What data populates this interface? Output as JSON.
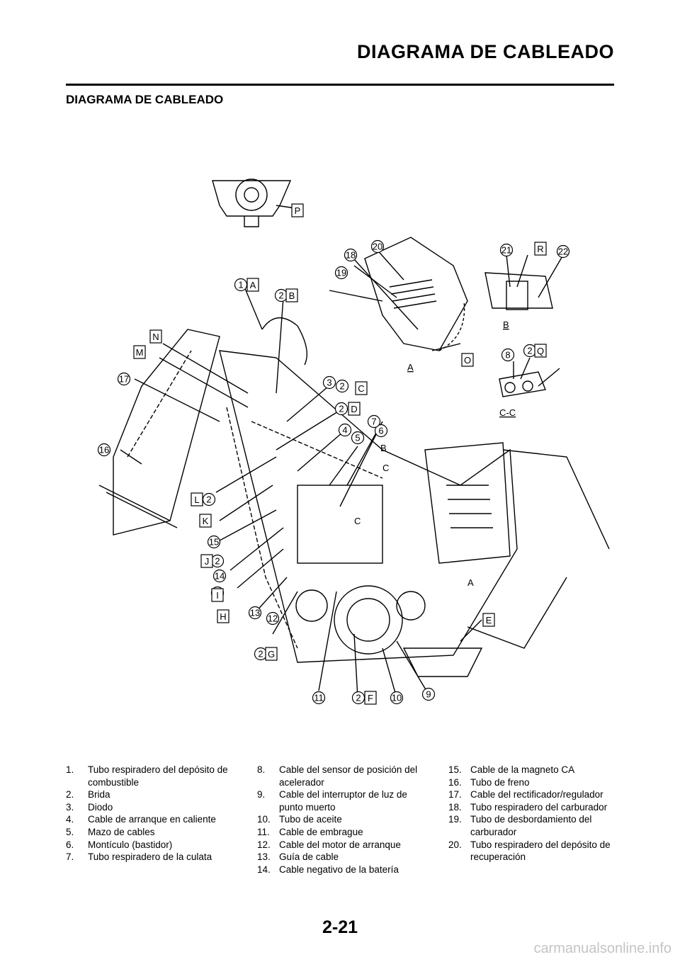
{
  "header": {
    "page_title": "DIAGRAMA DE CABLEADO",
    "section_title": "DIAGRAMA DE CABLEADO"
  },
  "diagram": {
    "callout_numbers": [
      "1",
      "2",
      "3",
      "4",
      "5",
      "6",
      "7",
      "8",
      "9",
      "10",
      "11",
      "12",
      "13",
      "14",
      "15",
      "16",
      "17",
      "18",
      "19",
      "20",
      "21",
      "22"
    ],
    "callout_letters": [
      "A",
      "B",
      "C",
      "D",
      "E",
      "F",
      "G",
      "H",
      "I",
      "J",
      "K",
      "L",
      "M",
      "N",
      "O",
      "P",
      "Q",
      "R"
    ],
    "view_labels": {
      "view_a": "A",
      "view_b": "B",
      "view_cc": "C-C",
      "arrow_a": "A",
      "arrow_b": "B",
      "arrow_c": "C",
      "cut_c": "C"
    }
  },
  "legend": {
    "col1": [
      {
        "num": "1.",
        "text": "Tubo respiradero del depósito de combustible"
      },
      {
        "num": "2.",
        "text": "Brida"
      },
      {
        "num": "3.",
        "text": "Diodo"
      },
      {
        "num": "4.",
        "text": "Cable de arranque en caliente"
      },
      {
        "num": "5.",
        "text": "Mazo de cables"
      },
      {
        "num": "6.",
        "text": "Montículo (bastidor)"
      },
      {
        "num": "7.",
        "text": "Tubo respiradero de la culata"
      }
    ],
    "col2": [
      {
        "num": "8.",
        "text": "Cable del sensor de posición del acelerador"
      },
      {
        "num": "9.",
        "text": "Cable del interruptor de luz de punto muerto"
      },
      {
        "num": "10.",
        "text": "Tubo de aceite"
      },
      {
        "num": "11.",
        "text": "Cable de embrague"
      },
      {
        "num": "12.",
        "text": "Cable del motor de arranque"
      },
      {
        "num": "13.",
        "text": "Guía de cable"
      },
      {
        "num": "14.",
        "text": "Cable negativo de la batería"
      }
    ],
    "col3": [
      {
        "num": "15.",
        "text": "Cable de la magneto CA"
      },
      {
        "num": "16.",
        "text": "Tubo de freno"
      },
      {
        "num": "17.",
        "text": "Cable del rectificador/regulador"
      },
      {
        "num": "18.",
        "text": "Tubo respiradero del carburador"
      },
      {
        "num": "19.",
        "text": "Tubo de desbordamiento del carburador"
      },
      {
        "num": "20.",
        "text": "Tubo respiradero del depósito de recuperación"
      }
    ]
  },
  "footer": {
    "page_number": "2-21",
    "watermark": "carmanualsonline.info"
  }
}
